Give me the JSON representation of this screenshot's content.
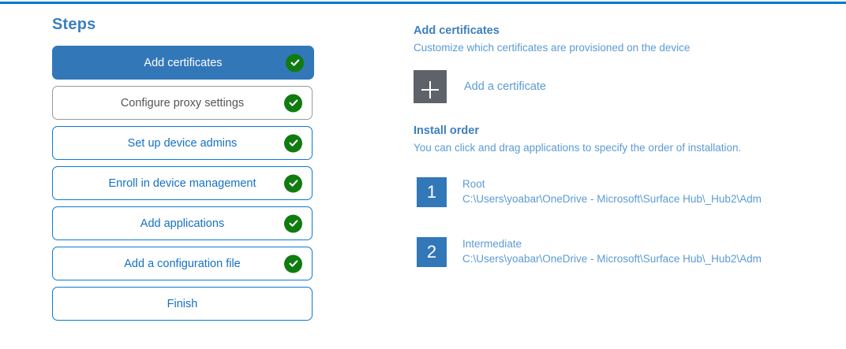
{
  "accent": {
    "top_rule": "#0078c8",
    "active_step_bg": "#3277b8",
    "step_border": "#0a7ad4",
    "link_blue": "#5b9bd5",
    "heading_blue": "#3d7fbd",
    "check_green": "#107c10",
    "tile_gray": "#5d6368"
  },
  "steps_pane": {
    "title": "Steps",
    "items": [
      {
        "label": "Add certificates",
        "state": "active",
        "completed": true
      },
      {
        "label": "Configure proxy settings",
        "state": "hover",
        "completed": true
      },
      {
        "label": "Set up device admins",
        "state": "default",
        "completed": true
      },
      {
        "label": "Enroll in device management",
        "state": "default",
        "completed": true
      },
      {
        "label": "Add applications",
        "state": "default",
        "completed": true
      },
      {
        "label": "Add a configuration file",
        "state": "default",
        "completed": true
      },
      {
        "label": "Finish",
        "state": "default",
        "completed": false
      }
    ]
  },
  "detail_pane": {
    "certificates": {
      "heading": "Add certificates",
      "subtitle": "Customize which certificates are provisioned on the device",
      "add_tile_icon": "plus-icon",
      "add_link_label": "Add a certificate"
    },
    "install_order": {
      "heading": "Install order",
      "subtitle": "You can click and drag applications to specify the order of installation.",
      "items": [
        {
          "number": "1",
          "name": "Root",
          "path": "C:\\Users\\yoabar\\OneDrive - Microsoft\\Surface Hub\\_Hub2\\Adm"
        },
        {
          "number": "2",
          "name": "Intermediate",
          "path": "C:\\Users\\yoabar\\OneDrive - Microsoft\\Surface Hub\\_Hub2\\Adm"
        }
      ]
    }
  }
}
